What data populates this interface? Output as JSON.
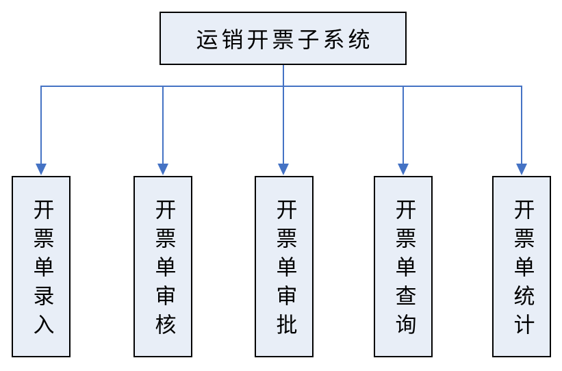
{
  "diagram": {
    "type": "hierarchy",
    "root": {
      "label": "运销开票子系统"
    },
    "children": [
      {
        "label": "开票单录入"
      },
      {
        "label": "开票单审核"
      },
      {
        "label": "开票单审批"
      },
      {
        "label": "开票单查询"
      },
      {
        "label": "开票单统计"
      }
    ],
    "colors": {
      "connector": "#4472C4",
      "arrowhead": "#4472C4",
      "box_fill": "#E8EEF7",
      "box_border": "#000000",
      "text": "#000000",
      "background": "#FFFFFF"
    }
  }
}
